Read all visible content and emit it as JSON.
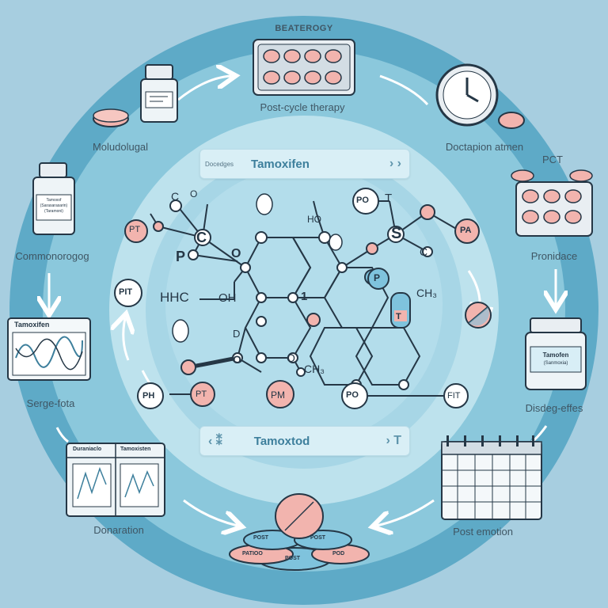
{
  "colors": {
    "background": "#a7cee0",
    "outer_ring": "#5eaac7",
    "mid_ring": "#86c5da",
    "inner_disc": "#bfe3ee",
    "pill_pink": "#f2b4ae",
    "pill_blue": "#7fc3dd",
    "line": "#253746"
  },
  "title_top": "BEATEROGY",
  "center": {
    "top_banner": {
      "sub": "Docedges",
      "title": "Tamoxifen",
      "right_glyph": "› ›"
    },
    "bottom_banner": {
      "left_glyph": "‹ ⁑",
      "title": "Tamoxtod",
      "right_glyph": "› T"
    }
  },
  "stations": {
    "post_cycle": "Post-cycle therapy",
    "moludolugal": "Moludolugal",
    "docitapion": "Doctapion atmen",
    "pct_label": "PCT",
    "commonoogog": "Commonorogog",
    "pronidace": "Pronidace",
    "serge_fota": "Serge-fota",
    "disdeg": "Disdeg-effes",
    "donaration": "Donaration",
    "post_emotion": "Post emotion"
  },
  "bottle_labels": {
    "left_bottle": [
      "Tamoxof",
      "(Sarasarasarin)",
      "(Taramoni)"
    ],
    "right_bottle": [
      "Tamofen",
      "(Sanmoxia)"
    ]
  },
  "monitor_title": "Tamoxifen",
  "calendar_left": {
    "col_a": "Duraniaclo",
    "col_b": "Tamoxisten"
  },
  "pill_stack": [
    "POST",
    "POST",
    "PATIOO",
    "POST",
    "POD"
  ],
  "molecule_labels": {
    "pt_left": "PT",
    "c_top": "C",
    "o_top": "O",
    "p_left": "P",
    "c_left": "C",
    "o_left": "O",
    "pit": "PIT",
    "hhc": "HHC",
    "oh": "OH",
    "ho_top": "HO",
    "po_top": "PO",
    "t_top": "T",
    "s": "S",
    "c_right": "C",
    "pa": "PA",
    "p_mid": "P",
    "ch3_right": "CH₃",
    "t_mid": "T",
    "d": "D",
    "o_bl": "O",
    "o_bm": "O",
    "ch3_bottom": "CH₃",
    "ph": "PH",
    "pt_bottom": "PT",
    "pm": "PM",
    "po_bottom": "PO",
    "fit": "FIT",
    "one": "1"
  }
}
